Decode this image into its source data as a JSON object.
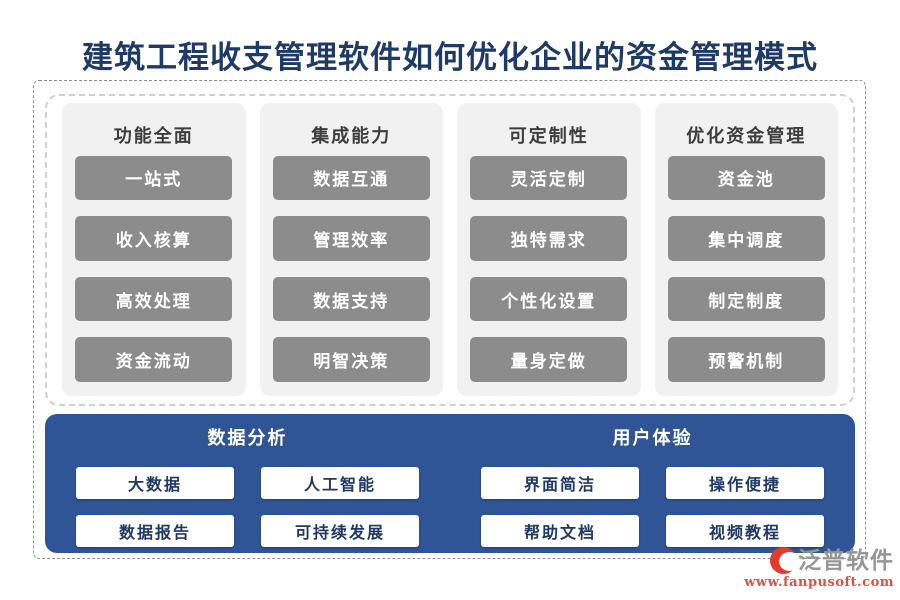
{
  "title": "建筑工程收支管理软件如何优化企业的资金管理模式",
  "feature_groups": [
    {
      "header": "功能全面",
      "items": [
        "一站式",
        "收入核算",
        "高效处理",
        "资金流动"
      ]
    },
    {
      "header": "集成能力",
      "items": [
        "数据互通",
        "管理效率",
        "数据支持",
        "明智决策"
      ]
    },
    {
      "header": "可定制性",
      "items": [
        "灵活定制",
        "独特需求",
        "个性化设置",
        "量身定做"
      ]
    },
    {
      "header": "优化资金管理",
      "items": [
        "资金池",
        "集中调度",
        "制定制度",
        "预警机制"
      ]
    }
  ],
  "bottom_groups": [
    {
      "header": "数据分析",
      "items": [
        "大数据",
        "人工智能",
        "数据报告",
        "可持续发展"
      ]
    },
    {
      "header": "用户体验",
      "items": [
        "界面简洁",
        "操作便捷",
        "帮助文档",
        "视频教程"
      ]
    }
  ],
  "logo": {
    "name": "泛普软件",
    "url": "www.fanpusoft.com"
  },
  "colors": {
    "title_navy": "#1d3a68",
    "panel_blue": "#2f5597",
    "chip_gray": "#8c8c8c",
    "column_bg": "#f1f1f1",
    "white_chip_text": "#1f3864",
    "logo_red": "#e23b2e",
    "logo_gray": "#969696",
    "url_red": "#e0503f"
  }
}
